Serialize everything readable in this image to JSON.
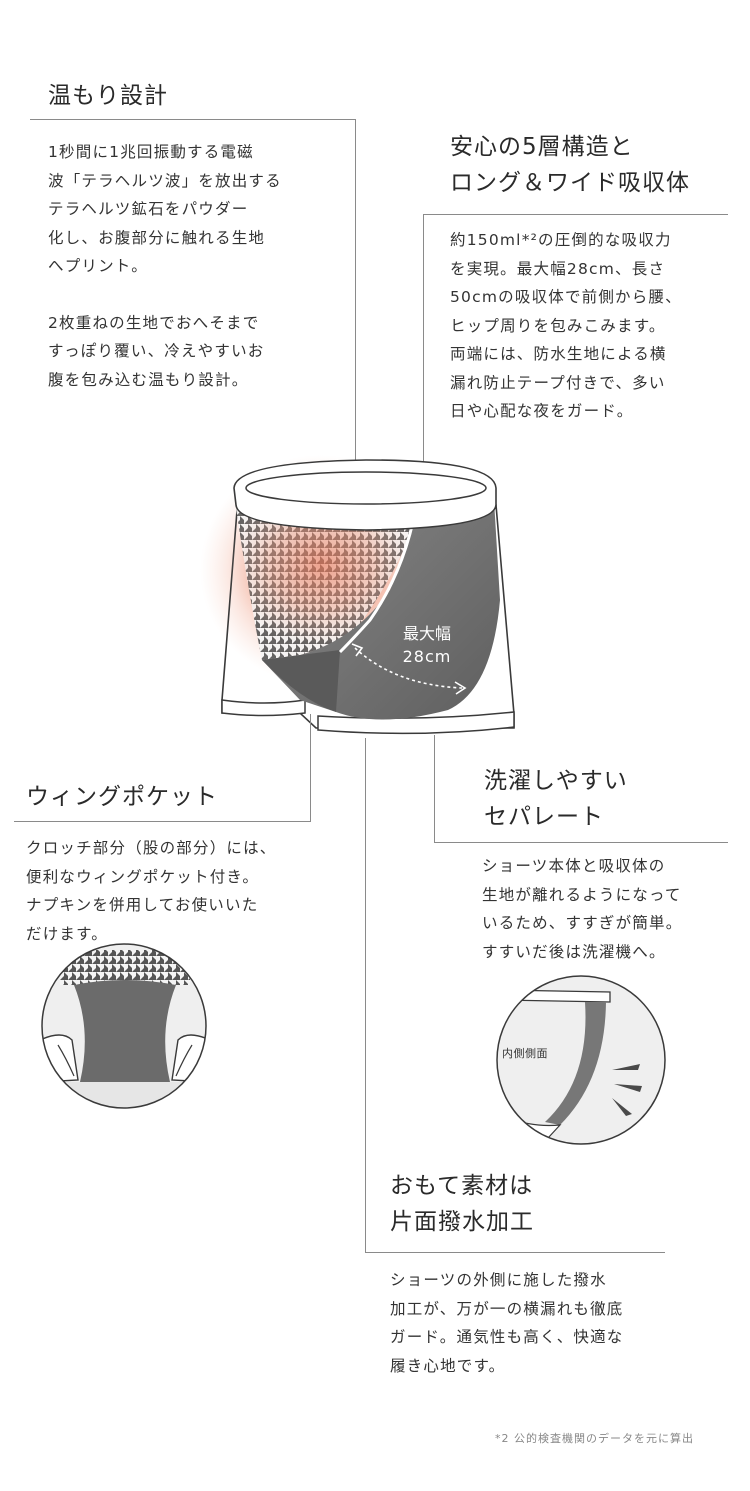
{
  "warmth": {
    "title": "温もり設計",
    "lines": [
      "1秒間に1兆回振動する電磁",
      "波「テラヘルツ波」を放出する",
      "テラヘルツ鉱石をパウダー",
      "化し、お腹部分に触れる生地",
      "へプリント。"
    ],
    "lines2": [
      "2枚重ねの生地でおへそまで",
      "すっぽり覆い、冷えやすいお",
      "腹を包み込む温もり設計。"
    ]
  },
  "absorber": {
    "title_line1": "安心の5層構造と",
    "title_line2": "ロング＆ワイド吸収体",
    "lines": [
      "約150ml*²の圧倒的な吸収力",
      "を実現。最大幅28cm、長さ",
      "50cmの吸収体で前側から腰、",
      "ヒップ周りを包みこみます。",
      "両端には、防水生地による横",
      "漏れ防止テープ付きで、多い",
      "日や心配な夜をガード。"
    ]
  },
  "product": {
    "width_label_line1": "最大幅",
    "width_label_line2": "28cm"
  },
  "wing": {
    "title": "ウィングポケット",
    "lines": [
      "クロッチ部分（股の部分）には、",
      "便利なウィングポケット付き。",
      "ナプキンを併用してお使いいた",
      "だけます。"
    ]
  },
  "washable": {
    "title_line1": "洗濯しやすい",
    "title_line2": "セパレート",
    "lines": [
      "ショーツ本体と吸収体の",
      "生地が離れるようになって",
      "いるため、すすぎが簡単。",
      "すすいだ後は洗濯機へ。"
    ],
    "inner_label": "内側側面"
  },
  "repellent": {
    "title_line1": "おもて素材は",
    "title_line2": "片面撥水加工",
    "lines": [
      "ショーツの外側に施した撥水",
      "加工が、万が一の横漏れも徹底",
      "ガード。通気性も高く、快適な",
      "履き心地です。"
    ]
  },
  "footnote": "*2 公的検査機関のデータを元に算出",
  "colors": {
    "text": "#2b2b2b",
    "rule": "#8a8a8a",
    "absorber_gray": "#707070",
    "warm_glow": "#e8785a"
  }
}
